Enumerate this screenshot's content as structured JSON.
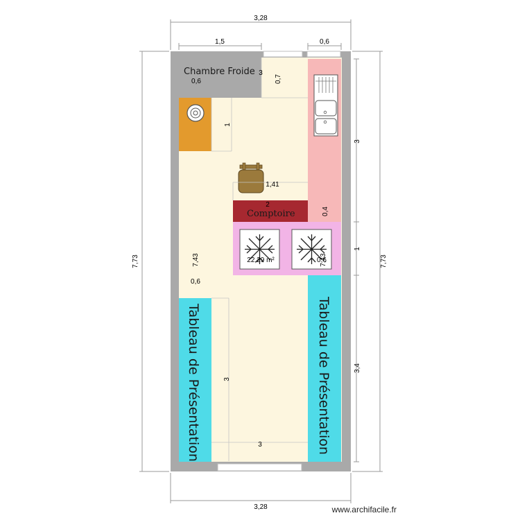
{
  "plan": {
    "rooms": {
      "cold_room": "Chambre Froide",
      "counter": "Comptoire",
      "display_left": "Tableau de Présentation",
      "display_right": "Tableau de Présentation",
      "area": "22,29 m²"
    },
    "dimensions": {
      "top_total": "3,28",
      "bottom_total": "3,28",
      "top_left": "1,5",
      "top_right": "0,6",
      "left_total": "7,73",
      "right_total": "7,73",
      "cold_room_depth": "0,6",
      "cold_room_width": "3",
      "cold_room_height": "0,7",
      "oven_height": "1",
      "sink_run": "3",
      "counter_width": "1,41",
      "counter_depth": "2",
      "counter_height": "0,4",
      "freezer_depth": "1",
      "inner_left_height": "7,43",
      "inner_right_height": "7,43",
      "freezer_side": "0,6",
      "left_display_width": "0,6",
      "left_display_height": "3",
      "right_display_height": "3,4",
      "bottom_inner": "3"
    },
    "colors": {
      "wall": "#a9a9a9",
      "floor": "#fdf6df",
      "cold_room": "#a9a9a9",
      "oven": "#e39a2d",
      "sink_zone": "#f7b8b8",
      "counter": "#a62830",
      "freezer_zone": "#f2b4e6",
      "display": "#4fdbe8",
      "stool": "#9b7a3c"
    },
    "icons": [
      "oven-burner-icon",
      "double-sink-icon",
      "stool-icon",
      "snowflake-icon",
      "snowflake-icon"
    ]
  },
  "footer": {
    "watermark": "www.archifacile.fr"
  }
}
